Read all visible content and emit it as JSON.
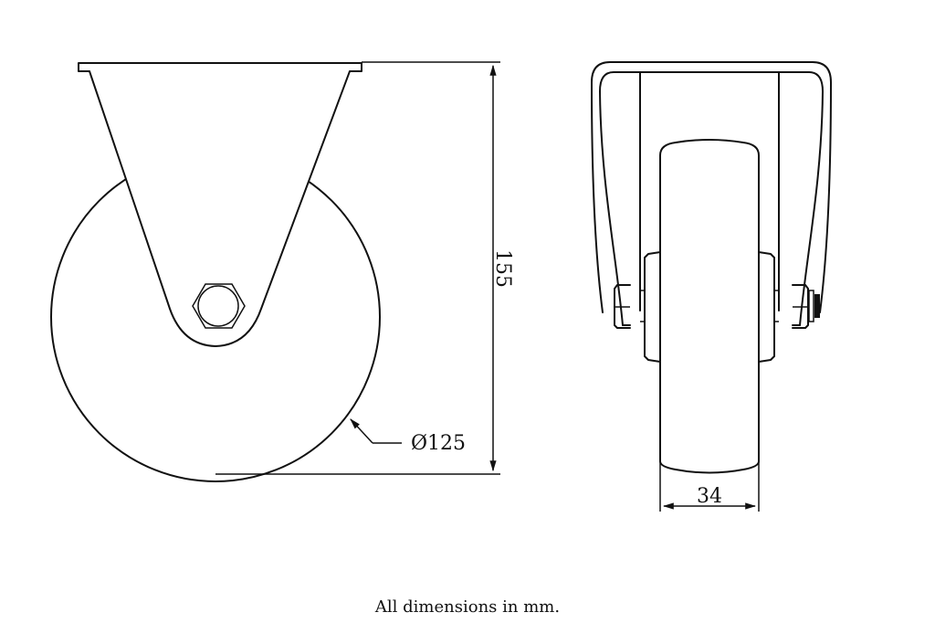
{
  "drawing": {
    "subject": "Fixed castor wheel technical drawing",
    "views": [
      {
        "name": "side-view",
        "label": "Side elevation with fixed top plate, fork and hex axle nut"
      },
      {
        "name": "front-view",
        "label": "Front elevation showing wheel width, fork and axle bolt"
      }
    ],
    "dimensions": {
      "wheel_diameter": "Ø125",
      "overall_height": "155",
      "wheel_width": "34"
    },
    "footnote": "All dimensions in mm."
  }
}
